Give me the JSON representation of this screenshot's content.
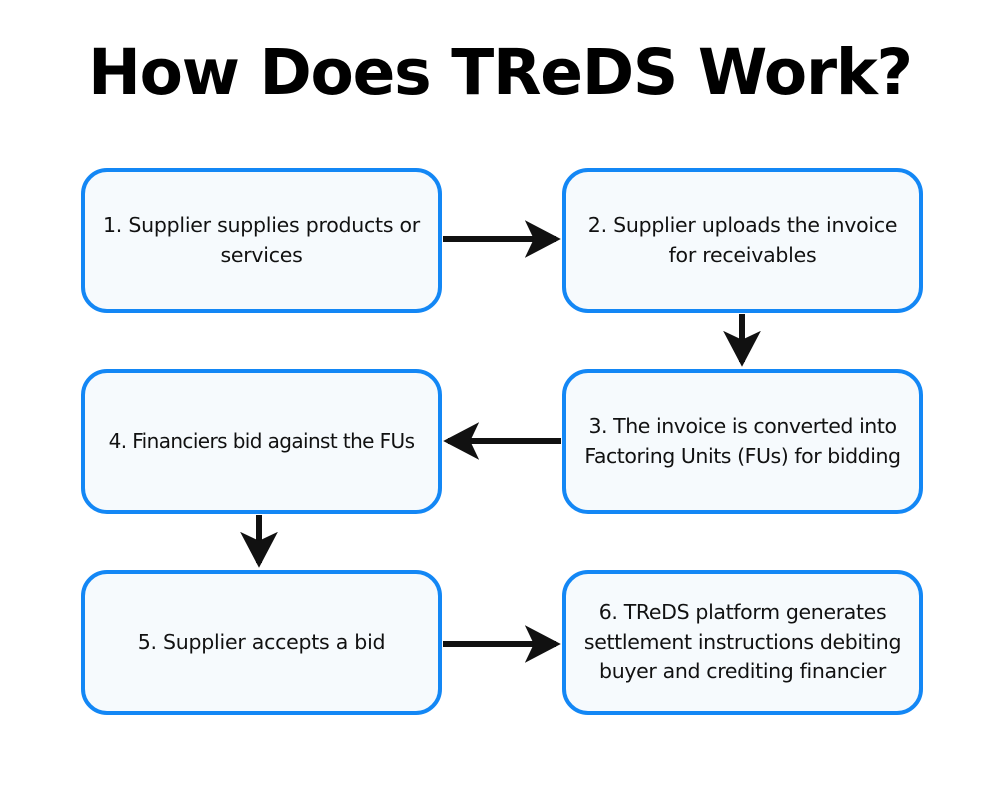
{
  "page": {
    "title": "How Does TReDS Work?",
    "background_color": "#ffffff"
  },
  "theme": {
    "box_border_color": "#1387f5",
    "box_fill_color": "#f6fafd",
    "text_color": "#111111",
    "arrow_color": "#111111",
    "title_color": "#000000"
  },
  "flowchart": {
    "type": "process-flow",
    "steps": [
      {
        "id": "step-1",
        "number": "1.",
        "label": "1. Supplier supplies products or services"
      },
      {
        "id": "step-2",
        "number": "2.",
        "label": "2. Supplier uploads the invoice for receivables"
      },
      {
        "id": "step-3",
        "number": "3.",
        "label": "3. The invoice is converted into Factoring Units (FUs) for bidding"
      },
      {
        "id": "step-4",
        "number": "4.",
        "label": "4. Financiers bid against the FUs"
      },
      {
        "id": "step-5",
        "number": "5.",
        "label": "5. Supplier accepts a bid"
      },
      {
        "id": "step-6",
        "number": "6.",
        "label": "6. TReDS platform generates settlement instructions debiting buyer and crediting financier"
      }
    ],
    "connectors": [
      {
        "id": "connector-1-2",
        "from": "step-1",
        "to": "step-2",
        "direction": "right"
      },
      {
        "id": "connector-2-3",
        "from": "step-2",
        "to": "step-3",
        "direction": "down"
      },
      {
        "id": "connector-3-4",
        "from": "step-3",
        "to": "step-4",
        "direction": "left"
      },
      {
        "id": "connector-4-5",
        "from": "step-4",
        "to": "step-5",
        "direction": "down"
      },
      {
        "id": "connector-5-6",
        "from": "step-5",
        "to": "step-6",
        "direction": "right"
      }
    ]
  }
}
